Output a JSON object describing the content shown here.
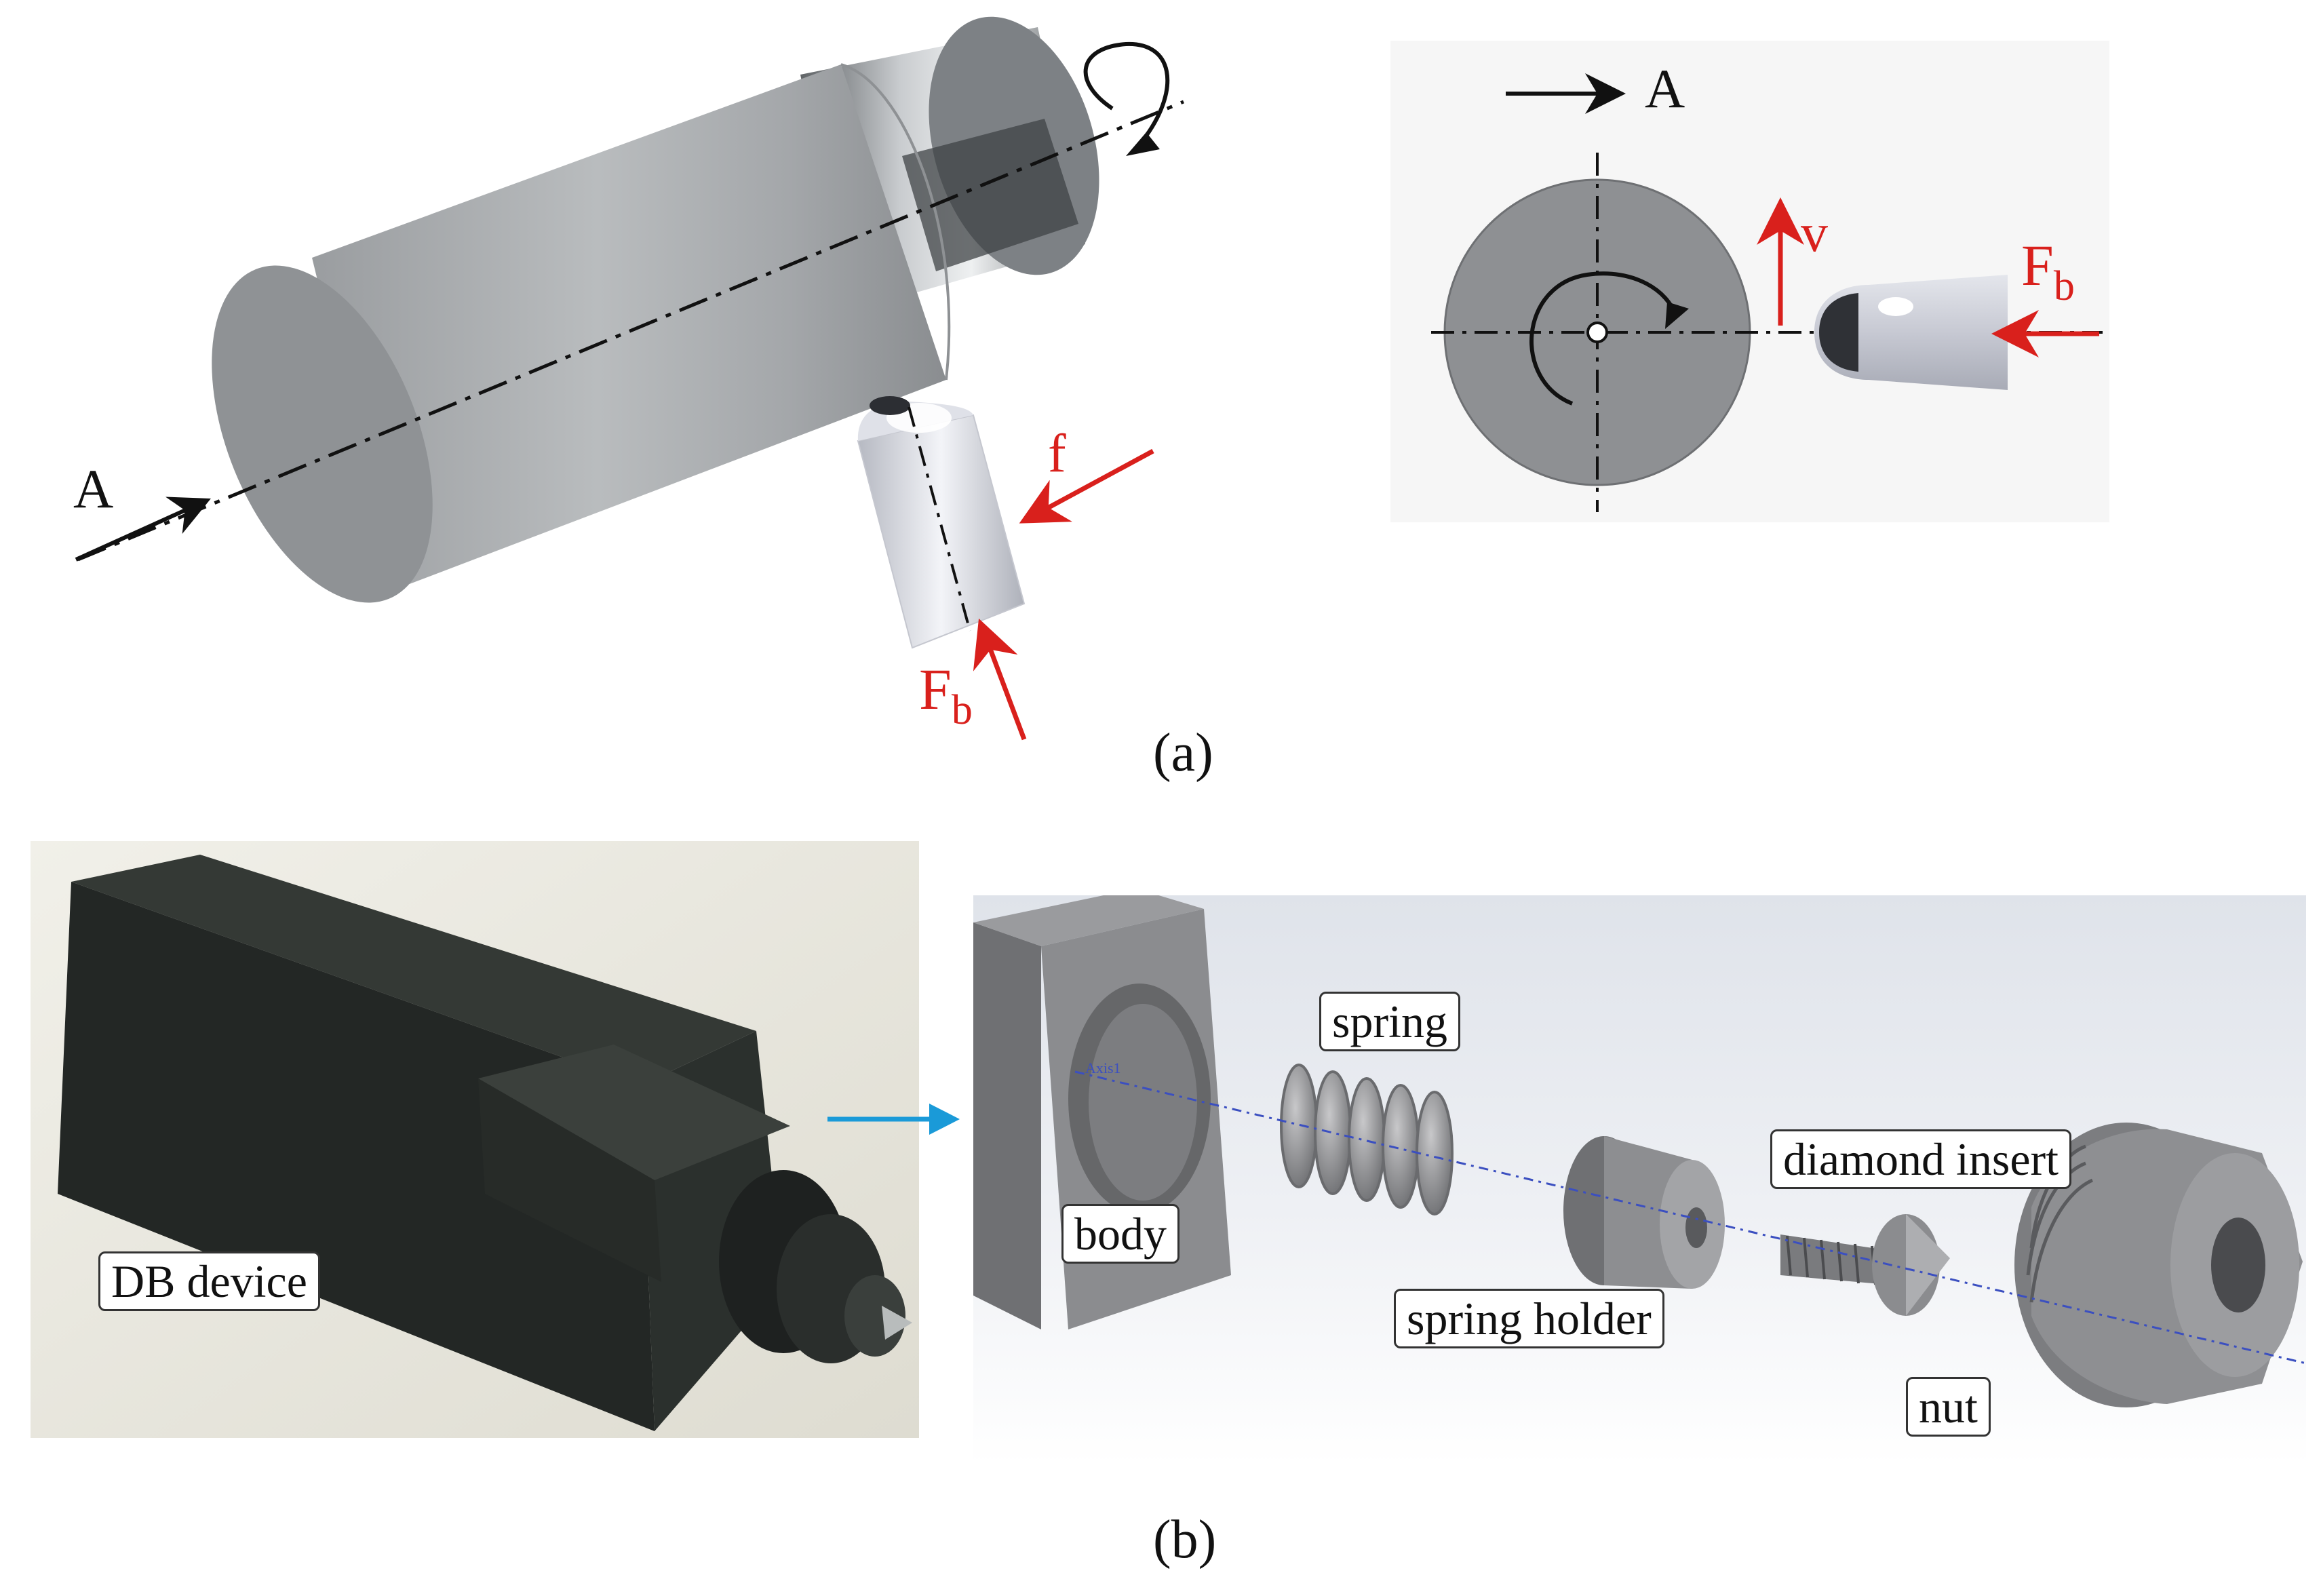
{
  "panel_a": {
    "caption": "(a)",
    "iso_view": {
      "section_label": "A",
      "feed_label": "f",
      "force_label_main": "F",
      "force_label_sub": "b"
    },
    "section_view": {
      "section_label": "A",
      "velocity_label": "v",
      "force_label_main": "F",
      "force_label_sub": "b"
    }
  },
  "panel_b": {
    "caption": "(b)",
    "photo_label": "DB device",
    "cad_axis_label": "Axis1",
    "parts": {
      "body": "body",
      "spring": "spring",
      "spring_holder": "spring holder",
      "diamond_insert": "diamond insert",
      "nut": "nut"
    }
  },
  "colors": {
    "force_arrow": "#d9201c",
    "pointer_arrow": "#1a9ad8",
    "axis_line": "#3b4fc0"
  }
}
